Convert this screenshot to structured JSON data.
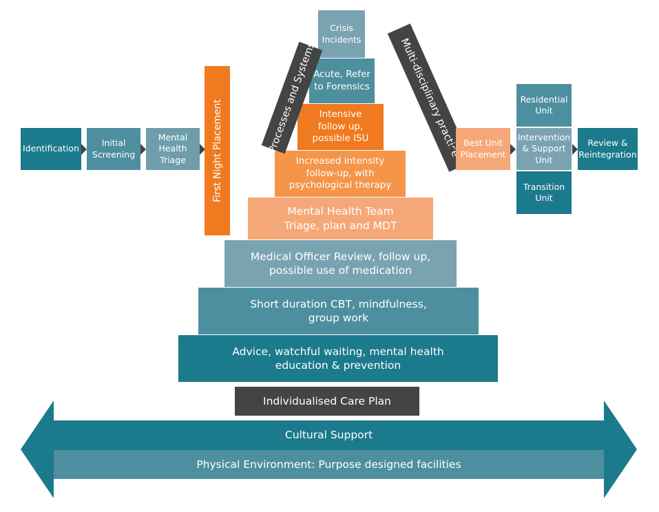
{
  "colors": {
    "teal_dark": "#1b7a8c",
    "teal_mid": "#4e8f9f",
    "teal_light": "#6e9ead",
    "teal_paler": "#7aa3b2",
    "orange": "#f07a1f",
    "orange_mid": "#f4954a",
    "peach": "#f5a877",
    "charcoal": "#444444",
    "arrow_band": "#1b7a8c"
  },
  "flow_left": {
    "identification": "Identification",
    "initial_screening": "Initial\nScreening",
    "mental_health_triage": "Mental\nHealth\nTriage",
    "first_night_placement": "First Night Placement"
  },
  "diagonal_bars": {
    "processes": "Processes and Systems",
    "multidisciplinary": "Multi-disciplinary practice"
  },
  "pyramid": {
    "crisis": "Crisis\nIncidents",
    "acute": "Acute, Refer\nto Forensics",
    "intensive": "Intensive\nfollow up,\npossible ISU",
    "increased": "Increased intensity\nfollow-up, with\npsychological therapy",
    "mental_health_team": "Mental Health Team\nTriage, plan and MDT",
    "medical_officer": "Medical Officer Review, follow up,\npossible use of medication",
    "short_duration": "Short duration CBT, mindfulness,\ngroup work",
    "advice": "Advice, watchful waiting, mental health\neducation & prevention",
    "care_plan": "Individualised Care Plan"
  },
  "flow_right": {
    "best_unit": "Best Unit\nPlacement",
    "residential": "Residential\nUnit",
    "intervention": "Intervention\n& Support\nUnit",
    "transition": "Transition\nUnit",
    "review": "Review &\nReintegration"
  },
  "foundation": {
    "cultural_support": "Cultural Support",
    "physical_environment": "Physical Environment: Purpose designed facilities"
  }
}
